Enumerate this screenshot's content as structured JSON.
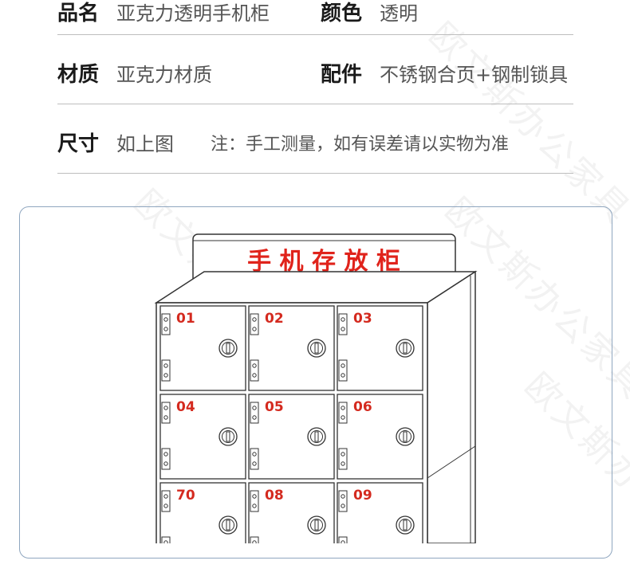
{
  "watermark": "欧文斯办公家具",
  "specs": [
    {
      "label1": "品名",
      "value1": "亚克力透明手机柜",
      "label2": "颜色",
      "value2": "透明"
    },
    {
      "label1": "材质",
      "value1": "亚克力材质",
      "label2": "配件",
      "value2": "不锈钢合页+钢制锁具"
    },
    {
      "label1": "尺寸",
      "value1": "如上图",
      "note": "注：手工测量，如有误差请以实物为准"
    }
  ],
  "cabinet": {
    "sign": "手 机 存 放 柜",
    "compartments": [
      "01",
      "02",
      "03",
      "04",
      "05",
      "06",
      "70",
      "08",
      "09"
    ],
    "colors": {
      "sign_text": "#e0231b",
      "number_text": "#d42a1f",
      "outline": "#333333"
    }
  }
}
